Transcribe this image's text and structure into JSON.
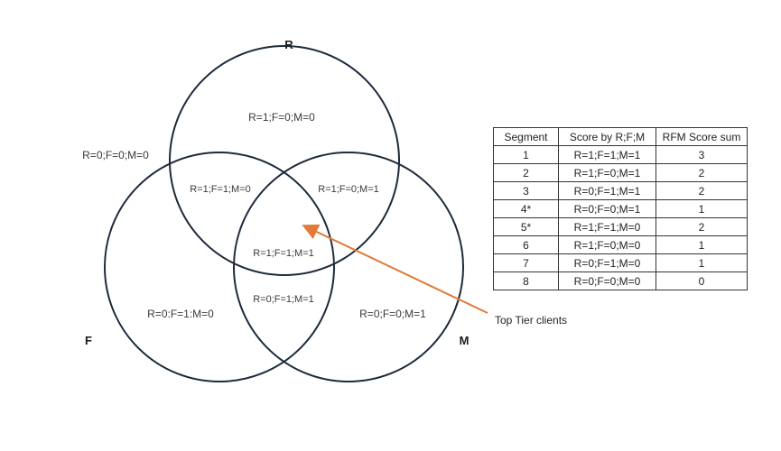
{
  "sets": {
    "r": {
      "label": "R"
    },
    "f": {
      "label": "F"
    },
    "m": {
      "label": "M"
    }
  },
  "regions": {
    "outside": "R=0;F=0;M=0",
    "r_only": "R=1;F=0;M=0",
    "rf": "R=1;F=1;M=0",
    "rm": "R=1;F=0;M=1",
    "rfm": "R=1;F=1;M=1",
    "fm": "R=0;F=1;M=1",
    "f_only": "R=0:F=1:M=0",
    "m_only": "R=0;F=0;M=1"
  },
  "annotation": {
    "label": "Top Tier clients",
    "color": "#e07b39"
  },
  "colors": {
    "circle_stroke": "#1d2a3b",
    "table_border": "#333333"
  },
  "table": {
    "headers": [
      "Segment",
      "Score by R;F;M",
      "RFM Score sum"
    ],
    "rows": [
      [
        "1",
        "R=1;F=1;M=1",
        "3"
      ],
      [
        "2",
        "R=1;F=0;M=1",
        "2"
      ],
      [
        "3",
        "R=0;F=1;M=1",
        "2"
      ],
      [
        "4*",
        "R=0;F=0;M=1",
        "1"
      ],
      [
        "5*",
        "R=1;F=1;M=0",
        "2"
      ],
      [
        "6",
        "R=1;F=0;M=0",
        "1"
      ],
      [
        "7",
        "R=0;F=1;M=0",
        "1"
      ],
      [
        "8",
        "R=0;F=0;M=0",
        "0"
      ]
    ]
  }
}
